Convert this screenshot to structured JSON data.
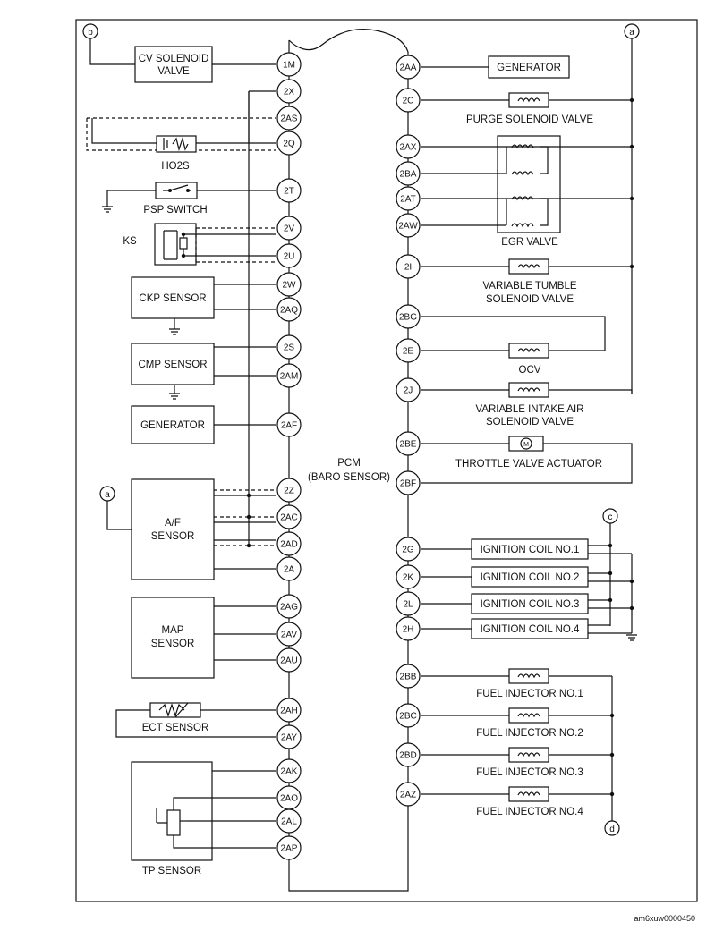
{
  "diagram": {
    "center_label": [
      "PCM",
      "(BARO SENSOR)"
    ],
    "image_ref": "am6xuw0000450"
  },
  "left_pins": [
    {
      "id": "1M"
    },
    {
      "id": "2X"
    },
    {
      "id": "2AS"
    },
    {
      "id": "2Q"
    },
    {
      "id": "2T"
    },
    {
      "id": "2V"
    },
    {
      "id": "2U"
    },
    {
      "id": "2W"
    },
    {
      "id": "2AQ"
    },
    {
      "id": "2S"
    },
    {
      "id": "2AM"
    },
    {
      "id": "2AF"
    },
    {
      "id": "2Z"
    },
    {
      "id": "2AC"
    },
    {
      "id": "2AD"
    },
    {
      "id": "2A"
    },
    {
      "id": "2AG"
    },
    {
      "id": "2AV"
    },
    {
      "id": "2AU"
    },
    {
      "id": "2AH"
    },
    {
      "id": "2AY"
    },
    {
      "id": "2AK"
    },
    {
      "id": "2AO"
    },
    {
      "id": "2AL"
    },
    {
      "id": "2AP"
    }
  ],
  "right_pins": [
    {
      "id": "2AA"
    },
    {
      "id": "2C"
    },
    {
      "id": "2AX"
    },
    {
      "id": "2BA"
    },
    {
      "id": "2AT"
    },
    {
      "id": "2AW"
    },
    {
      "id": "2I"
    },
    {
      "id": "2BG"
    },
    {
      "id": "2E"
    },
    {
      "id": "2J"
    },
    {
      "id": "2BE"
    },
    {
      "id": "2BF"
    },
    {
      "id": "2G"
    },
    {
      "id": "2K"
    },
    {
      "id": "2L"
    },
    {
      "id": "2H"
    },
    {
      "id": "2BB"
    },
    {
      "id": "2BC"
    },
    {
      "id": "2BD"
    },
    {
      "id": "2AZ"
    }
  ],
  "left_components": {
    "cv_solenoid": [
      "CV SOLENOID",
      "VALVE"
    ],
    "ho2s": "HO2S",
    "psp_switch": "PSP SWITCH",
    "ks": "KS",
    "ckp": "CKP SENSOR",
    "cmp": "CMP SENSOR",
    "generator": "GENERATOR",
    "af_sensor": [
      "A/F",
      "SENSOR"
    ],
    "map_sensor": [
      "MAP",
      "SENSOR"
    ],
    "ect_sensor": "ECT SENSOR",
    "tp_sensor": "TP SENSOR"
  },
  "right_components": {
    "generator": "GENERATOR",
    "purge": "PURGE SOLENOID VALVE",
    "egr": "EGR VALVE",
    "tumble": [
      "VARIABLE TUMBLE",
      "SOLENOID VALVE"
    ],
    "ocv": "OCV",
    "intake": [
      "VARIABLE INTAKE AIR",
      "SOLENOID VALVE"
    ],
    "throttle": "THROTTLE VALVE ACTUATOR",
    "ign1": "IGNITION COIL NO.1",
    "ign2": "IGNITION COIL NO.2",
    "ign3": "IGNITION COIL NO.3",
    "ign4": "IGNITION COIL NO.4",
    "inj1": "FUEL INJECTOR NO.1",
    "inj2": "FUEL INJECTOR NO.2",
    "inj3": "FUEL INJECTOR NO.3",
    "inj4": "FUEL INJECTOR NO.4"
  },
  "connectors": {
    "a": "a",
    "b": "b",
    "c": "c",
    "d": "d"
  }
}
